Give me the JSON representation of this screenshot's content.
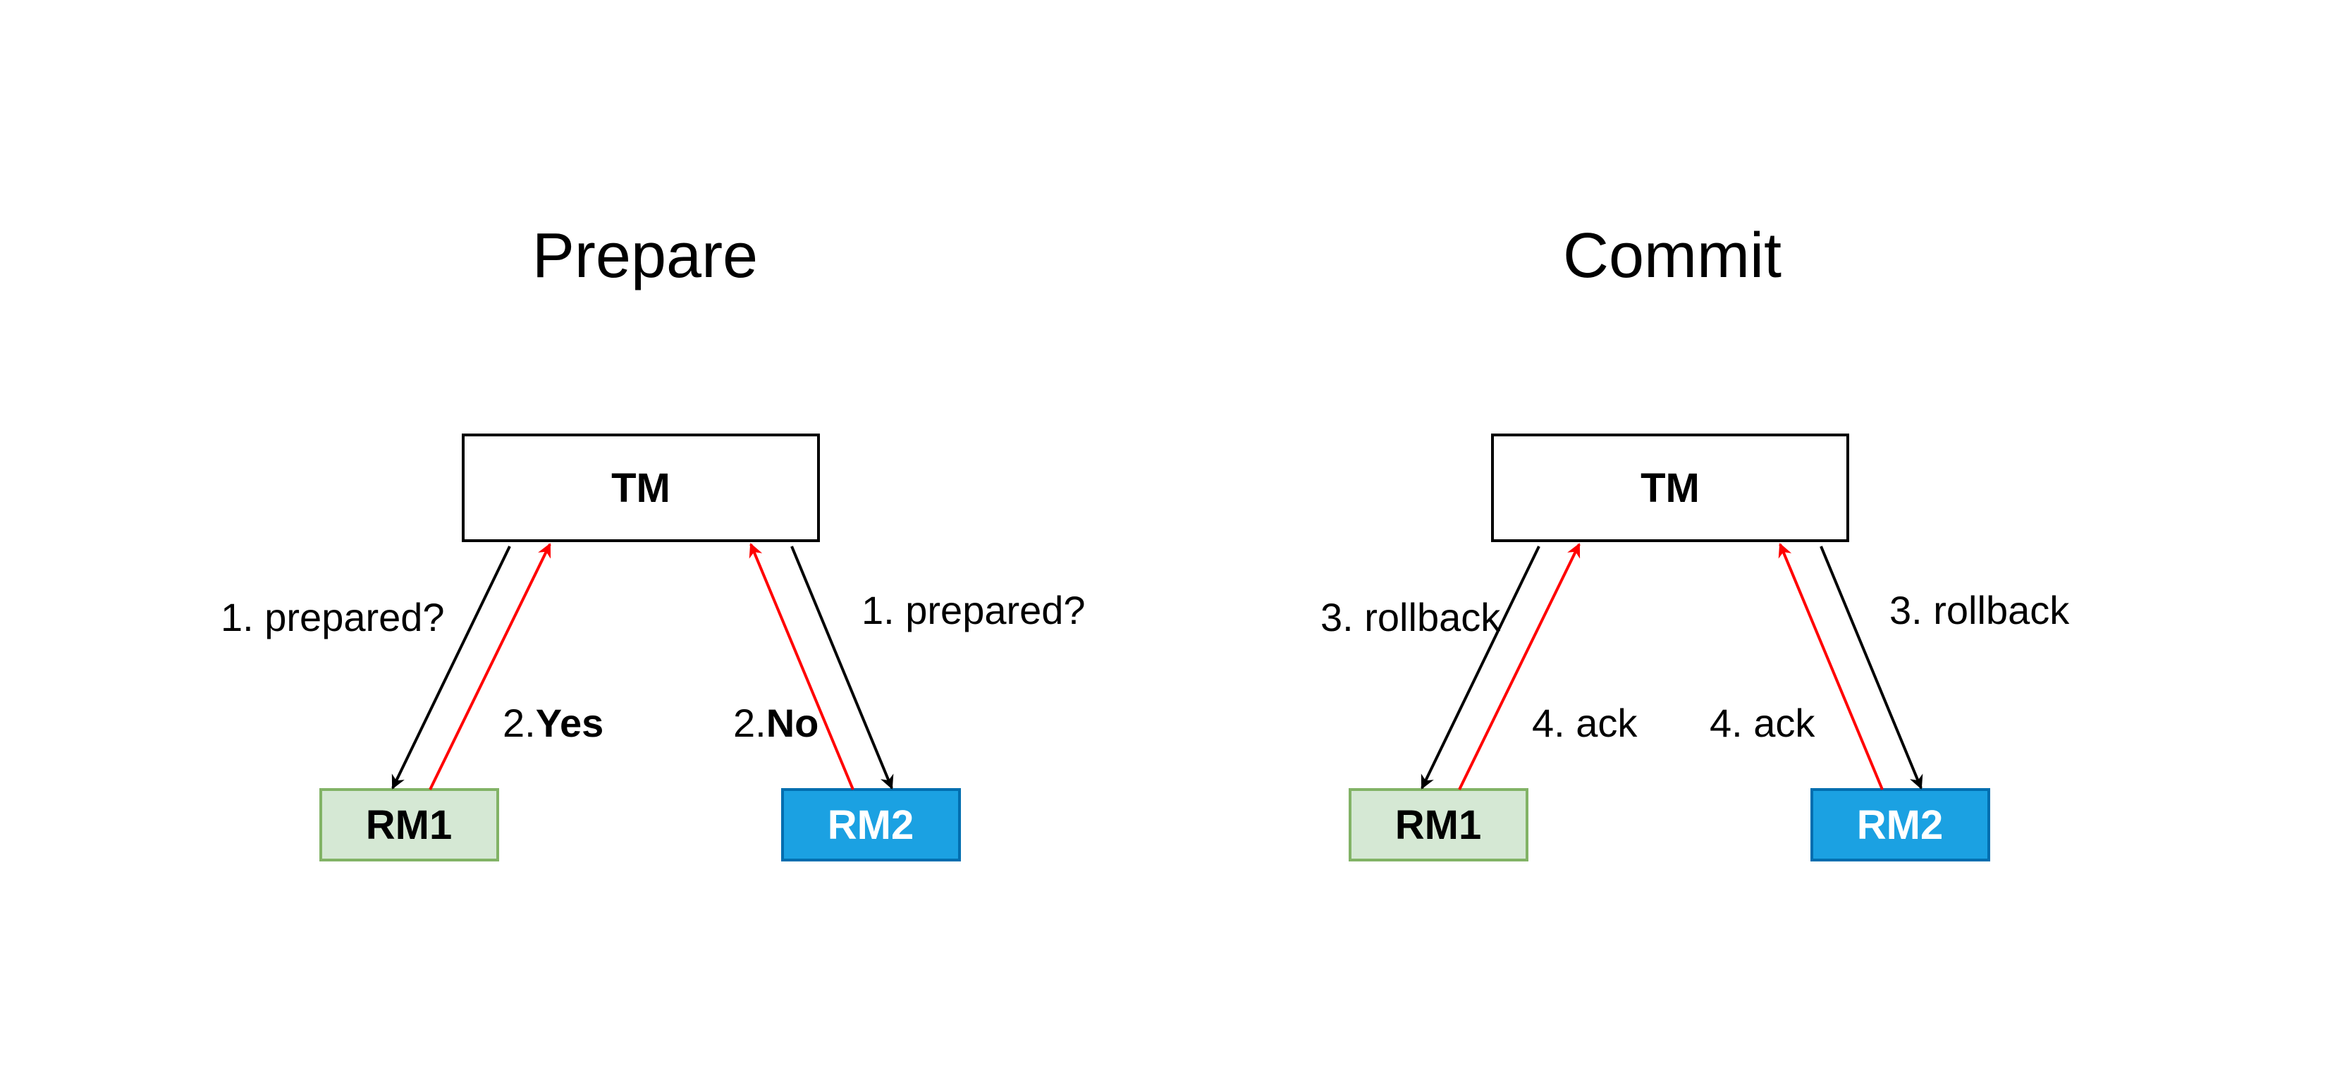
{
  "colors": {
    "black": "#000000",
    "red": "#ff0000",
    "rm1_fill": "#d5e8d4",
    "rm1_stroke": "#82b366",
    "rm2_fill": "#1ba1e2",
    "rm2_stroke": "#006eaf",
    "rm2_text": "#ffffff"
  },
  "prepare": {
    "title": "Prepare",
    "tm_label": "TM",
    "rm1_label": "RM1",
    "rm2_label": "RM2",
    "left_request_label": "1. prepared?",
    "right_request_label": "1. prepared?",
    "yes_prefix": "2.",
    "yes_bold": "Yes",
    "no_prefix": "2.",
    "no_bold": "No"
  },
  "commit": {
    "title": "Commit",
    "tm_label": "TM",
    "rm1_label": "RM1",
    "rm2_label": "RM2",
    "left_request_label": "3. rollback",
    "right_request_label": "3. rollback",
    "left_ack_label": "4. ack",
    "right_ack_label": "4. ack"
  }
}
